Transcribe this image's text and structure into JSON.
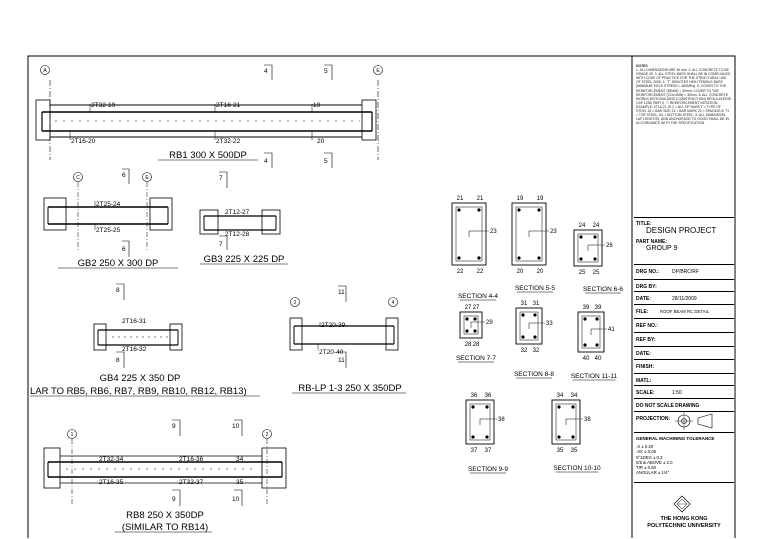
{
  "beams": {
    "rb1": {
      "title": "RB1 300 X 500DP",
      "bars": [
        "2T32-19",
        "2T16-21",
        "19",
        "2T16-20",
        "2T32-22",
        "20"
      ],
      "grids": [
        "A",
        "E"
      ],
      "sections": [
        "4",
        "5",
        "4",
        "5"
      ]
    },
    "gb2": {
      "title": "GB2 250 X 300 DP",
      "bars": [
        "2T25-24",
        "2T25-25"
      ],
      "grids": [
        "C",
        "E"
      ],
      "sections": [
        "6",
        "6"
      ]
    },
    "gb3": {
      "title": "GB3 225 X 225 DP",
      "bars": [
        "2T12-27",
        "2T12-28"
      ],
      "sections": [
        "7",
        "7"
      ]
    },
    "gb4": {
      "title": "GB4 225 X 350 DP",
      "subtitle": "LAR TO RB5, RB6, RB7, RB9, RB10, RB12, RB13)",
      "bars": [
        "2T16-31",
        "2T16-32"
      ],
      "sections": [
        "8",
        "8"
      ]
    },
    "rblp": {
      "title": "RB-LP 1-3 250 X 350DP",
      "bars": [
        "2T20-39",
        "2T20-40"
      ],
      "grids": [
        "2",
        "4"
      ],
      "sections": [
        "11",
        "11"
      ]
    },
    "rb8": {
      "title": "RB8 250 X 350DP",
      "subtitle": "(SIMILAR TO RB14)",
      "bars": [
        "2T32-34",
        "2T16-36",
        "34",
        "2T16-35",
        "2T32-37",
        "35"
      ],
      "grids": [
        "1",
        "2"
      ],
      "sections": [
        "9",
        "10",
        "9",
        "10"
      ]
    }
  },
  "sections": [
    {
      "label": "SECTION 4-4",
      "top": [
        "21",
        "21"
      ],
      "side": "23",
      "bottom": [
        "22",
        "22"
      ]
    },
    {
      "label": "SECTION 5-5",
      "top": [
        "19",
        "19"
      ],
      "side": "23",
      "bottom": [
        "20",
        "20"
      ]
    },
    {
      "label": "SECTION 6-6",
      "top": [
        "24",
        "24"
      ],
      "side": "26",
      "bottom": [
        "25",
        "25"
      ]
    },
    {
      "label": "SECTION 7-7",
      "top": [
        "27",
        "27"
      ],
      "side": "29",
      "bottom": [
        "28",
        "28"
      ]
    },
    {
      "label": "SECTION 8-8",
      "top": [
        "31",
        "31"
      ],
      "side": "33",
      "bottom": [
        "32",
        "32"
      ]
    },
    {
      "label": "SECTION 11-11",
      "top": [
        "39",
        "39"
      ],
      "side": "41",
      "bottom": [
        "40",
        "40"
      ]
    },
    {
      "label": "SECTION 9-9",
      "top": [
        "36",
        "36"
      ],
      "side": "38",
      "bottom": [
        "37",
        "37"
      ]
    },
    {
      "label": "SECTION 10-10",
      "top": [
        "34",
        "34"
      ],
      "side": "38",
      "bottom": [
        "35",
        "35"
      ]
    }
  ],
  "title_block": {
    "notes_heading": "NOTES",
    "notes": "1. ALL DIMENSIONS ARE IN mm. 2. ALL CONCRETE TO BE GRADE 45. 3. ALL STEEL BARS SHALL BE IN COMPLIANCE WITH CODE OF PRACTICE FOR THE STRUCTURAL USE OF STEEL 2005. 4. \"T\" DENOTES HIGH TENSILE BARS (MINIMUM YIELD STRESS = 460MPa). 5. COVER TO THE REINFORCEMENT (BEAM) = 30mm. COVER TO THE REINFORCEMENT (COLUMN) = 35mm. 6. ALL CONCRETE WORKS WITH BUILDING (CONSTRUCTION) REGULATIONS CAP 123B PART II. 7. REINFORCEMENT NOTATION. EXAMPLE: 2T16-21 20 2 = NO. OF BARS T = TYPE OF STEEL 16 = BAR SIZE 21 = BAR MARK 20 = SPACING 8. T1 = TOP STEEL, B1 = BOTTOM STEEL. 9. ALL DIMENSION, LAP LENGTHS, AND ANCHORAGE TO GOOD SHALL BE IN ACCORDANCE WITH THE SPECIFICATION.",
    "title_label": "TITLE:",
    "title": "DESIGN PROJECT",
    "partname_label": "PART NAME:",
    "partname": "GROUP 9",
    "rows": [
      {
        "label": "DRG NO.:",
        "value": "DP/BRC/RF"
      },
      {
        "label": "DRG BY:",
        "value": ""
      },
      {
        "label": "DATE:",
        "value": "28/11/2009"
      },
      {
        "label": "FILE:",
        "value": "ROOF BEAM RC DETAIL"
      },
      {
        "label": "REF NO.:",
        "value": ""
      },
      {
        "label": "REF BY:",
        "value": ""
      },
      {
        "label": "DATE:",
        "value": ""
      },
      {
        "label": "FINISH:",
        "value": ""
      },
      {
        "label": "MATL:",
        "value": ""
      },
      {
        "label": "SCALE:",
        "value": "1:50"
      },
      {
        "label": "DO NOT SCALE DRAWING",
        "value": ""
      },
      {
        "label": "PROJECTION:",
        "value": ""
      }
    ],
    "tolerance_label": "GENERAL MACHINING TOLERANCE",
    "tolerances": [
      ".X ± 0.20",
      ".XX ± 0.05",
      "0°1DEG ± 0.3",
      "0/5 & ABOVE ± 2.0",
      "TIR ± 0.50",
      "ANGULAR ± 1/4°"
    ],
    "university": [
      "THE HONG KONG",
      "POLYTECHNIC UNIVERSITY"
    ]
  }
}
